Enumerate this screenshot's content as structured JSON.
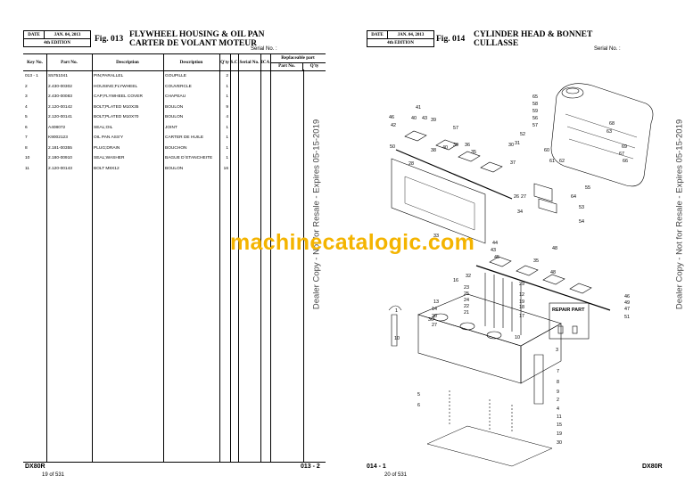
{
  "left": {
    "date_label": "DATE",
    "date_value": "JAN. 04, 2013",
    "edition": "4th EDITION",
    "fig": "Fig. 013",
    "title_en": "FLYWHEEL HOUSING & OIL PAN",
    "title_fr": "CARTER DE VOLANT MOTEUR",
    "serial": "Serial No. :",
    "columns": {
      "key": "Key No.",
      "part": "Part No.",
      "desc": "Description",
      "desc_fr": "Description",
      "qty": "Q'ty",
      "sc": "S.C",
      "serial": "Serial No.",
      "ica": "ICA",
      "replaceable": "Replaceable part",
      "rep_part": "Part No.",
      "rep_qty": "Q'ty"
    },
    "rows": [
      {
        "key": "013 - 1",
        "part": "S5751041",
        "desc": "PIN;PARALLEL",
        "fr": "GOUPILLE",
        "qty": "2"
      },
      {
        "key": "2",
        "part": "2.430-00302",
        "desc": "HOUSING;FLYWHEEL",
        "fr": "COUVERCLE",
        "qty": "1"
      },
      {
        "key": "3",
        "part": "2.430-00083",
        "desc": "CAP;FLYWHEEL COVER",
        "fr": "CHAPEAU",
        "qty": "1"
      },
      {
        "key": "4",
        "part": "2.120-00142",
        "desc": "BOLT;PLATED M10X35",
        "fr": "BOULON",
        "qty": "9"
      },
      {
        "key": "5",
        "part": "2.120-00141",
        "desc": "BOLT;PLATED M10X70",
        "fr": "BOULON",
        "qty": "4"
      },
      {
        "key": "6",
        "part": "A408072",
        "desc": "SEAL;OIL",
        "fr": "JOINT",
        "qty": "1"
      },
      {
        "key": "7",
        "part": "K9002123",
        "desc": "OIL PAN ASS'Y",
        "fr": "CARTER DE HUILE",
        "qty": "1"
      },
      {
        "key": "8",
        "part": "2.181-00355",
        "desc": "PLUG;DRAIN",
        "fr": "BOUCHON",
        "qty": "1"
      },
      {
        "key": "10",
        "part": "2.180-00910",
        "desc": "SEAL;WASHER",
        "fr": "BAGUE D`ETANCHEITE",
        "qty": "1"
      },
      {
        "key": "11",
        "part": "2.120-00143",
        "desc": "BOLT M8X12",
        "fr": "BOULON",
        "qty": "16"
      }
    ],
    "footer_model": "DX80R",
    "footer_page": "19 of 531",
    "footer_fig": "013 - 2"
  },
  "right": {
    "date_label": "DATE",
    "date_value": "JAN. 04, 2013",
    "edition": "4th EDITION",
    "fig": "Fig. 014",
    "title_en": "CYLINDER HEAD & BONNET",
    "title_fr": "CULLASSE",
    "serial": "Serial No. :",
    "repair_part": "REPAIR PART",
    "footer_fig": "014 - 1",
    "footer_page": "20 of 531",
    "footer_model": "DX80R"
  },
  "watermark": "machinecatalogic.com",
  "dealer_copy": "Dealer Copy - Not for Resale - Expires 05-15-2019",
  "callouts": [
    "46",
    "42",
    "41",
    "40",
    "43",
    "39",
    "50",
    "38",
    "28",
    "57",
    "36",
    "35",
    "40",
    "39",
    "37",
    "31",
    "26",
    "27",
    "53",
    "54",
    "55",
    "65",
    "58",
    "59",
    "56",
    "57",
    "52",
    "60",
    "68",
    "61",
    "62",
    "69",
    "67",
    "66",
    "63",
    "64",
    "33",
    "34",
    "32",
    "48",
    "44",
    "43",
    "45",
    "35",
    "16",
    "23",
    "25",
    "24",
    "22",
    "21",
    "20",
    "14",
    "13",
    "36",
    "27",
    "19",
    "18",
    "17",
    "29",
    "12",
    "10",
    "1",
    "46",
    "49",
    "47",
    "48",
    "10",
    "3",
    "5",
    "6",
    "7",
    "8",
    "9",
    "2",
    "4",
    "11",
    "15",
    "19",
    "30",
    "30",
    "51"
  ]
}
